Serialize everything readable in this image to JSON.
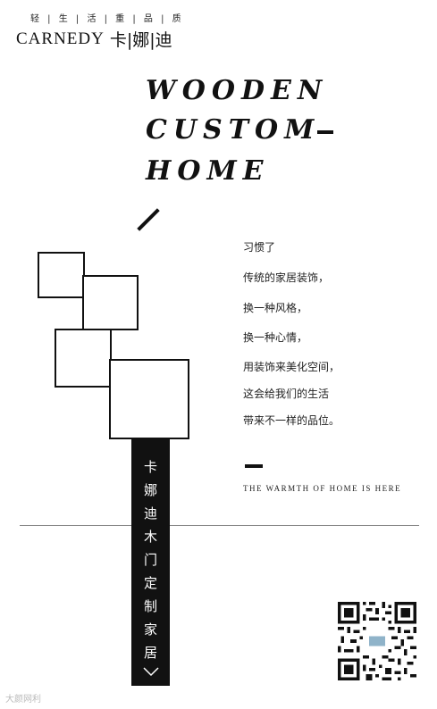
{
  "brand": {
    "tagline": "轻 | 生 | 活 | 重 | 品 | 质",
    "name_en": "CARNEDY",
    "name_cn": "卡|娜|迪"
  },
  "headline": {
    "line1": "WOODEN",
    "line2": "CUSTOM",
    "line3": "HOME"
  },
  "verse": [
    "习惯了",
    "传统的家居装饰，",
    "换一种风格，",
    "换一种心情，",
    "用装饰来美化空间，",
    "这会给我们的生活",
    "带来不一样的品位。"
  ],
  "slogan": "THE WARMTH OF HOME IS HERE",
  "banner": {
    "chars": [
      "卡",
      "娜",
      "迪",
      "木",
      "门",
      "定",
      "制",
      "家",
      "居"
    ],
    "arrow_icon": "chevron-down-icon"
  },
  "watermark": "大颜网利"
}
